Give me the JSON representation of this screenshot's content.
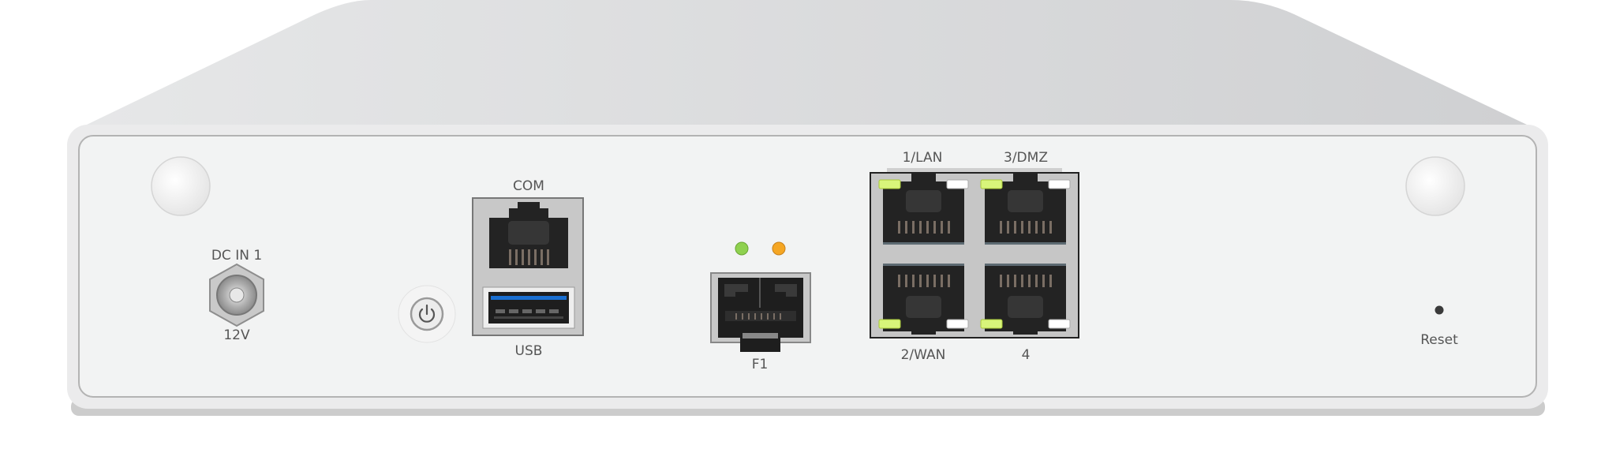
{
  "device": {
    "power_input": {
      "label": "DC IN 1",
      "voltage": "12V"
    },
    "com_port": {
      "label": "COM"
    },
    "usb_port": {
      "label": "USB"
    },
    "sfp_port": {
      "label": "F1",
      "led_colors": [
        "#8fd14f",
        "#f5a623"
      ]
    },
    "ethernet_ports": [
      {
        "label": "1/LAN"
      },
      {
        "label": "3/DMZ"
      },
      {
        "label": "2/WAN"
      },
      {
        "label": "4"
      }
    ],
    "reset": {
      "label": "Reset"
    }
  },
  "colors": {
    "panel": "#f1f2f2",
    "link_led": "#d8f57a",
    "activity_led": "#ffffff",
    "usb_accent": "#1a6fd1"
  }
}
